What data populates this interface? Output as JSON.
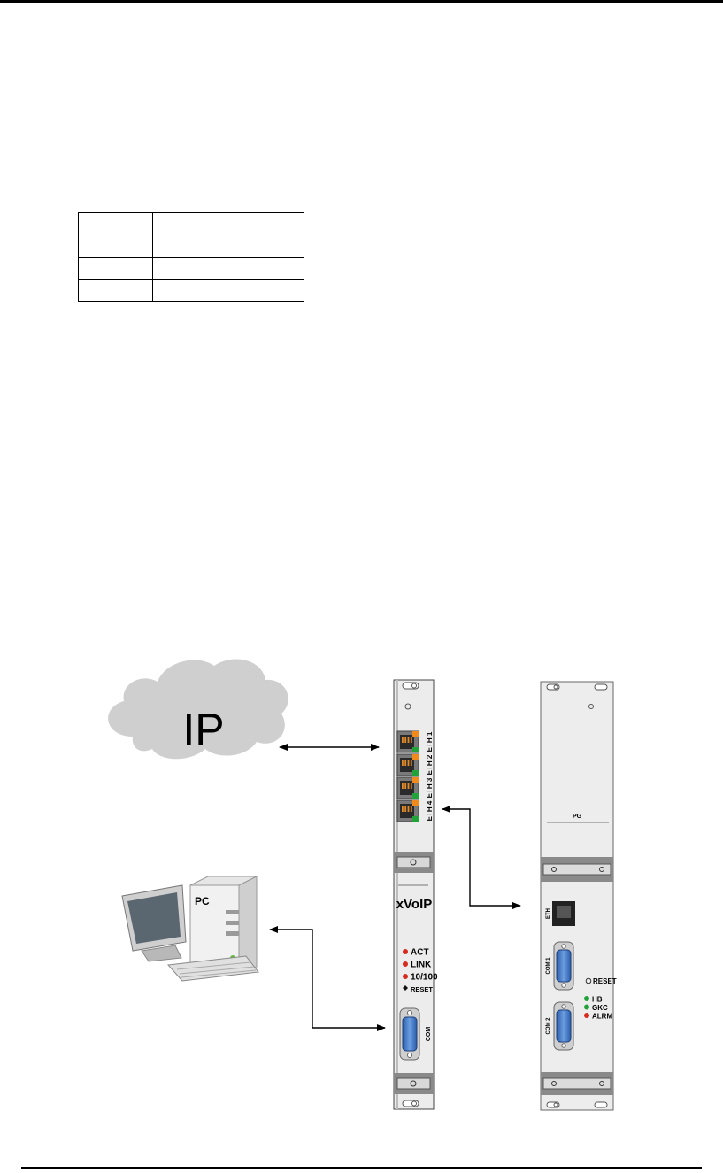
{
  "table": {
    "rows": [
      [
        "",
        ""
      ],
      [
        "",
        ""
      ],
      [
        "",
        ""
      ],
      [
        "",
        ""
      ]
    ]
  },
  "diagram": {
    "cloud_label": "IP",
    "pc_label": "PC",
    "card1": {
      "ports": [
        "ETH 1",
        "ETH 2",
        "ETH 3",
        "ETH 4"
      ],
      "brand": "xVoIP",
      "leds": [
        {
          "label": "ACT",
          "color": "#d62a1c"
        },
        {
          "label": "LINK",
          "color": "#d62a1c"
        },
        {
          "label": "10/100",
          "color": "#d62a1c"
        }
      ],
      "reset_label": "RESET",
      "serial_label": "COM"
    },
    "card2": {
      "title": "PG",
      "eth_label": "ETH",
      "com1_label": "COM 1",
      "com2_label": "COM 2",
      "reset_label": "RESET",
      "leds": [
        {
          "label": "HB",
          "color": "#1fa33a"
        },
        {
          "label": "GKC",
          "color": "#1fa33a"
        },
        {
          "label": "ALRM",
          "color": "#d62a1c"
        }
      ]
    }
  }
}
